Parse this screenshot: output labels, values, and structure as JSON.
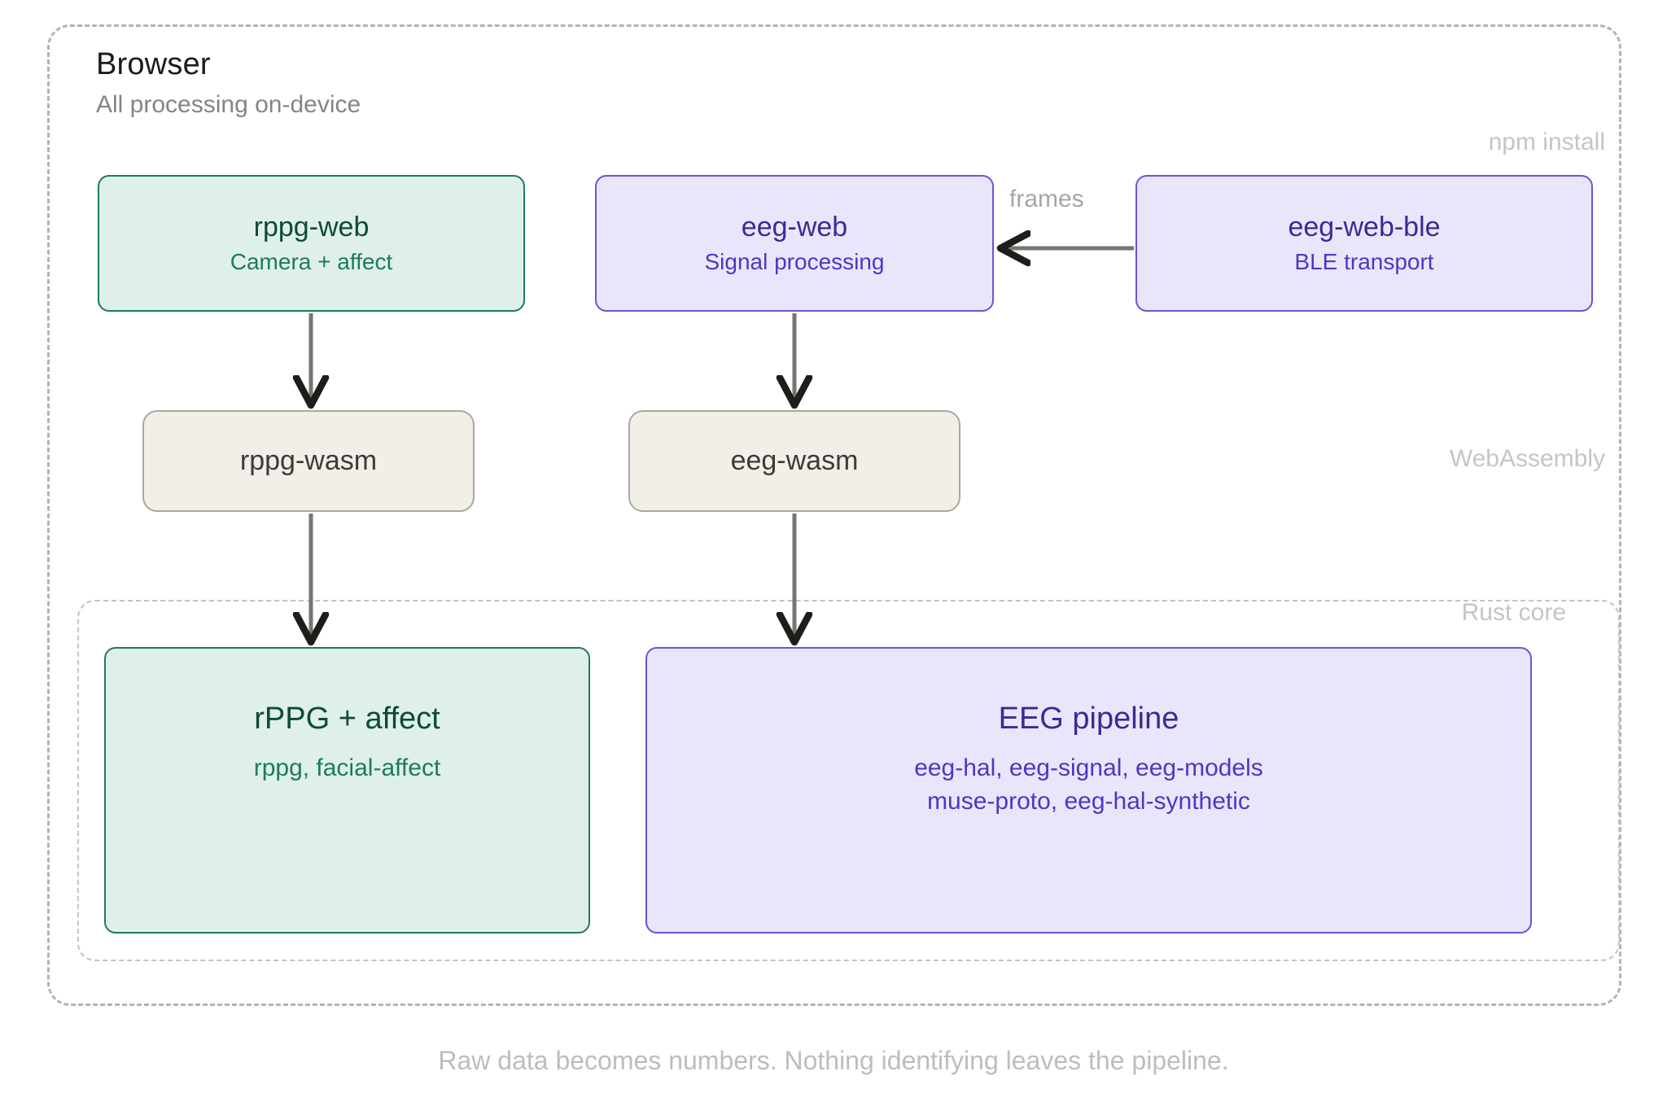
{
  "containers": {
    "browser": {
      "title": "Browser",
      "subtitle": "All processing on-device"
    },
    "rust_core": {
      "label": "Rust core"
    }
  },
  "zone_labels": {
    "npm_install": "npm install",
    "webassembly": "WebAssembly",
    "rust_core": "Rust core"
  },
  "nodes": {
    "rppg_web": {
      "title": "rppg-web",
      "subtitle": "Camera + affect"
    },
    "eeg_web": {
      "title": "eeg-web",
      "subtitle": "Signal processing"
    },
    "eeg_web_ble": {
      "title": "eeg-web-ble",
      "subtitle": "BLE transport"
    },
    "rppg_wasm": {
      "title": "rppg-wasm"
    },
    "eeg_wasm": {
      "title": "eeg-wasm"
    },
    "rppg_affect": {
      "title": "rPPG + affect",
      "subtitle": "rppg, facial-affect"
    },
    "eeg_pipeline": {
      "title": "EEG pipeline",
      "subtitle_line1": "eeg-hal, eeg-signal, eeg-models",
      "subtitle_line2": "muse-proto, eeg-hal-synthetic"
    }
  },
  "edges": {
    "frames_label": "frames"
  },
  "footer": {
    "caption": "Raw data becomes numbers. Nothing identifying leaves the pipeline."
  },
  "colors": {
    "green_fill": "#dff0e8",
    "green_border": "#1d7a63",
    "green_title": "#0d4a3a",
    "purple_fill": "#e9e6fb",
    "purple_border": "#6a55d6",
    "purple_title": "#3b2a96",
    "neutral_fill": "#f1efe8",
    "neutral_border": "#a9a89f",
    "dashed_border": "#b3b5b0",
    "muted_text": "#c4c6c1",
    "arrow": "#77776f"
  }
}
